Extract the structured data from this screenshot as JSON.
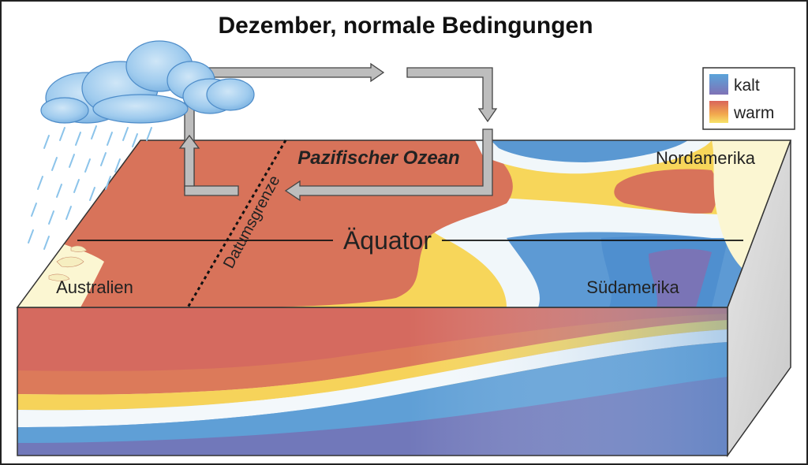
{
  "title": "Dezember, normale Bedingungen",
  "labels": {
    "ocean": "Pazifischer Ozean",
    "equator": "Äquator",
    "dateline": "Datumsgrenze",
    "australia": "Australien",
    "south_america": "Südamerika",
    "north_america": "Nordamerika"
  },
  "legend": {
    "cold": "kalt",
    "warm": "warm"
  },
  "colors": {
    "warm": "#d8735a",
    "warm_mid": "#f2b04e",
    "yellow": "#f7d65a",
    "pale": "#f1f7fa",
    "cold": "#5a98d2",
    "cold_deep": "#7a74b6",
    "land": "#fbf6d2",
    "arrow": "#bcbcbc",
    "cloud": "#8fc3ea"
  }
}
